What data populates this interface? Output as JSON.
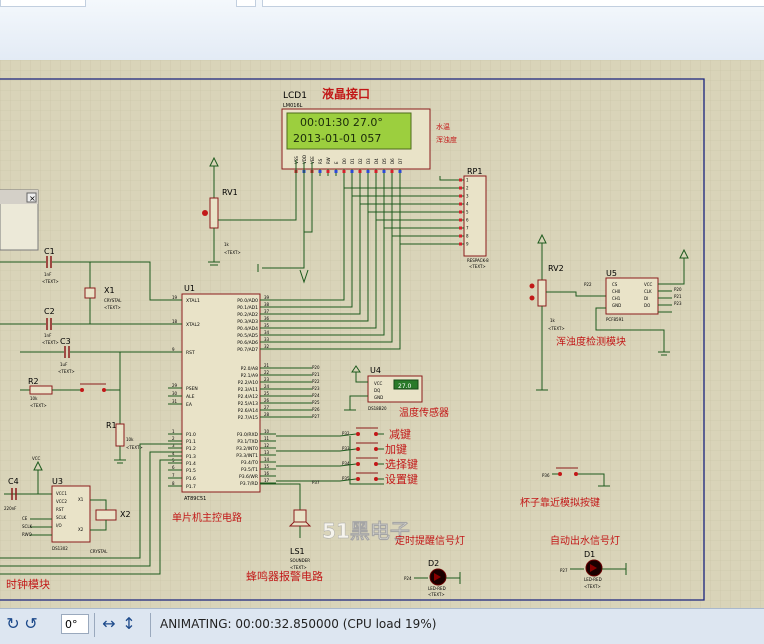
{
  "lcd": {
    "ref": "LCD1",
    "part": "LM016L",
    "title": "液晶接口",
    "line1": "00:01:30  27.0°",
    "line2": "2013-01-01  057",
    "side_label1": "水温",
    "side_label2": "浑浊度",
    "pins": [
      "VSS",
      "VDD",
      "VEE",
      "RS",
      "RW",
      "E",
      "D0",
      "D1",
      "D2",
      "D3",
      "D4",
      "D5",
      "D6",
      "D7"
    ]
  },
  "u1": {
    "ref": "U1",
    "part": "AT89C51",
    "caption": "单片机主控电路",
    "left_pins": [
      "XTAL1",
      "XTAL2",
      "RST",
      "PSEN",
      "ALE",
      "EA",
      "P1.0",
      "P1.1",
      "P1.2",
      "P1.3",
      "P1.4",
      "P1.5",
      "P1.6",
      "P1.7"
    ],
    "left_nums": [
      "19",
      "18",
      "9",
      "29",
      "30",
      "31",
      "1",
      "2",
      "3",
      "4",
      "5",
      "6",
      "7",
      "8"
    ],
    "right_pins": [
      "P0.0/AD0",
      "P0.1/AD1",
      "P0.2/AD2",
      "P0.3/AD3",
      "P0.4/AD4",
      "P0.5/AD5",
      "P0.6/AD6",
      "P0.7/AD7",
      "P2.0/A8",
      "P2.1/A9",
      "P2.2/A10",
      "P2.3/A11",
      "P2.4/A12",
      "P2.5/A13",
      "P2.6/A14",
      "P2.7/A15",
      "P3.0/RXD",
      "P3.1/TXD",
      "P3.2/INT0",
      "P3.3/INT1",
      "P3.4/T0",
      "P3.5/T1",
      "P3.6/WR",
      "P3.7/RD"
    ],
    "right_nums": [
      "39",
      "38",
      "37",
      "36",
      "35",
      "34",
      "33",
      "32",
      "21",
      "22",
      "23",
      "24",
      "25",
      "26",
      "27",
      "28",
      "10",
      "11",
      "12",
      "13",
      "14",
      "15",
      "16",
      "17"
    ]
  },
  "rp1": {
    "ref": "RP1",
    "part": "RESPACK-8",
    "text": "<TEXT>"
  },
  "rv1": {
    "ref": "RV1",
    "value": "1k",
    "text": "<TEXT>"
  },
  "rv2": {
    "ref": "RV2",
    "value": "1k",
    "text": "<TEXT>"
  },
  "u5": {
    "ref": "U5",
    "part": "PCF8591",
    "caption": "浑浊度检测模块",
    "pins_left": [
      "CS",
      "CH0",
      "CH1",
      "GND"
    ],
    "pins_right": [
      "VCC",
      "CLK",
      "DI",
      "DO"
    ],
    "nets": [
      "P22",
      "P20",
      "P21",
      "P23"
    ]
  },
  "u4": {
    "ref": "U4",
    "part": "DS18B20",
    "display": "27.0",
    "caption": "温度传感器",
    "pins": [
      "VCC",
      "DQ",
      "GND"
    ]
  },
  "c1": {
    "ref": "C1",
    "value": "1nF",
    "text": "<TEXT>"
  },
  "c2": {
    "ref": "C2",
    "value": "1nF",
    "text": "<TEXT>"
  },
  "c3": {
    "ref": "C3",
    "value": "1uF",
    "text": "<TEXT>"
  },
  "c4": {
    "ref": "C4",
    "value": "220nF",
    "text": "<TEXT>"
  },
  "x1": {
    "ref": "X1",
    "part": "CRYSTAL",
    "text": "<TEXT>"
  },
  "x2": {
    "ref": "X2",
    "part": "CRYSTAL"
  },
  "r1": {
    "ref": "R1",
    "value": "10k",
    "text": "<TEXT>"
  },
  "r2": {
    "ref": "R2",
    "value": "10k",
    "text": "<TEXT>"
  },
  "u3": {
    "ref": "U3",
    "part": "DS1302",
    "caption": "时钟模块",
    "pins": [
      "VCC1",
      "VCC2",
      "RST",
      "SCLK",
      "I/O",
      "X1",
      "X2"
    ],
    "nets": [
      "CE",
      "SCLK",
      "RWO"
    ]
  },
  "buttons": [
    "减键",
    "加键",
    "选择键",
    "设置键"
  ],
  "button_nets": [
    "P32",
    "P33",
    "P34",
    "P35"
  ],
  "cup_button": {
    "net": "P36",
    "caption": "杯子靠近模拟按键"
  },
  "ls1": {
    "ref": "LS1",
    "part": "SOUNDER",
    "text": "<TEXT>",
    "caption": "蜂鸣器报警电路",
    "net": "P37"
  },
  "d2": {
    "ref": "D2",
    "part": "LED-RED",
    "text": "<TEXT>",
    "net": "P24",
    "caption": "定时提醒信号灯"
  },
  "d1": {
    "ref": "D1",
    "part": "LED-RED",
    "text": "<TEXT>",
    "net": "P27",
    "caption": "自动出水信号灯"
  },
  "nets_p2": [
    "P20",
    "P21",
    "P22",
    "P23",
    "P24",
    "P25",
    "P26",
    "P27"
  ],
  "watermark": "51黑电子",
  "vcc": "VCC",
  "status": {
    "angle": "0°",
    "text": "ANIMATING: 00:00:32.850000 (CPU load 19%)"
  },
  "colors": {
    "sheet_bg": "#d9d4b9",
    "wire": "#1d5a1d",
    "component": "#8b1b1b",
    "border": "#1a237e",
    "lcd_bg": "#9ccf3e",
    "label_red": "#c21818"
  }
}
